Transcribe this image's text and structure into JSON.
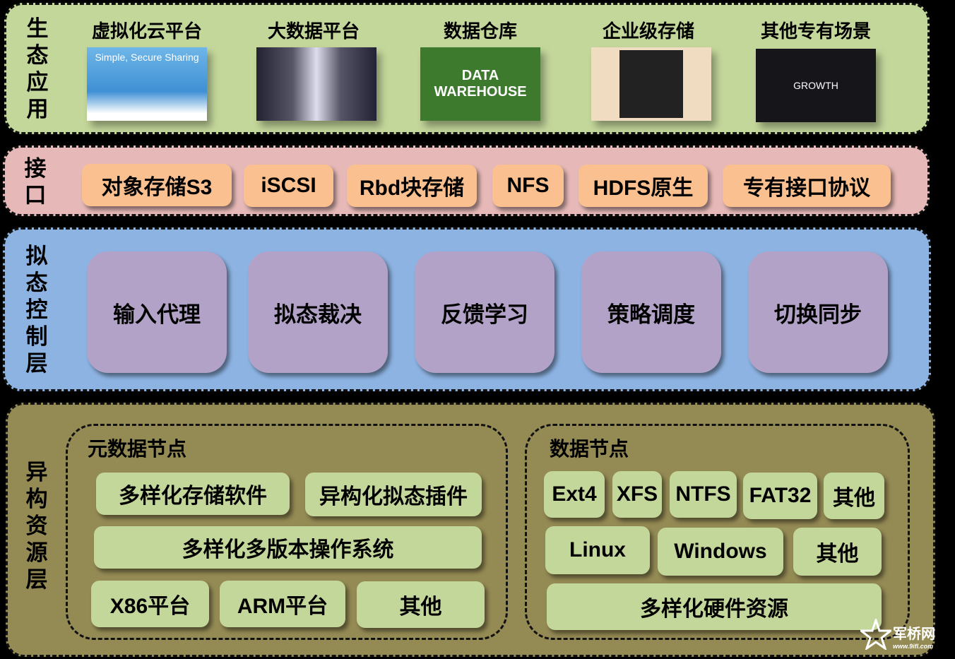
{
  "ecology": {
    "label": "生态应用",
    "items": [
      {
        "title": "虚拟化云平台",
        "image_text": "Simple, Secure Sharing"
      },
      {
        "title": "大数据平台",
        "image_text": ""
      },
      {
        "title": "数据仓库",
        "image_text": "DATA WAREHOUSE"
      },
      {
        "title": "企业级存储",
        "image_text": ""
      },
      {
        "title": "其他专有场景",
        "image_text": "GROWTH"
      }
    ]
  },
  "interface": {
    "label": "接口",
    "items": [
      "对象存储S3",
      "iSCSI",
      "Rbd块存储",
      "NFS",
      "HDFS原生",
      "专有接口协议"
    ]
  },
  "mimic": {
    "label": "拟态控制层",
    "items": [
      "输入代理",
      "拟态裁决",
      "反馈学习",
      "策略调度",
      "切换同步"
    ]
  },
  "hetero": {
    "label": "异构资源层",
    "meta": {
      "title": "元数据节点",
      "row1": [
        "多样化存储软件",
        "异构化拟态插件"
      ],
      "row2": "多样化多版本操作系统",
      "row3": [
        "X86平台",
        "ARM平台",
        "其他"
      ]
    },
    "data": {
      "title": "数据节点",
      "row1": [
        "Ext4",
        "XFS",
        "NTFS",
        "FAT32",
        "其他"
      ],
      "row2": [
        "Linux",
        "Windows",
        "其他"
      ],
      "row3": "多样化硬件资源"
    }
  },
  "watermark": {
    "text": "军桥网",
    "url": "www.9ifl.com"
  }
}
